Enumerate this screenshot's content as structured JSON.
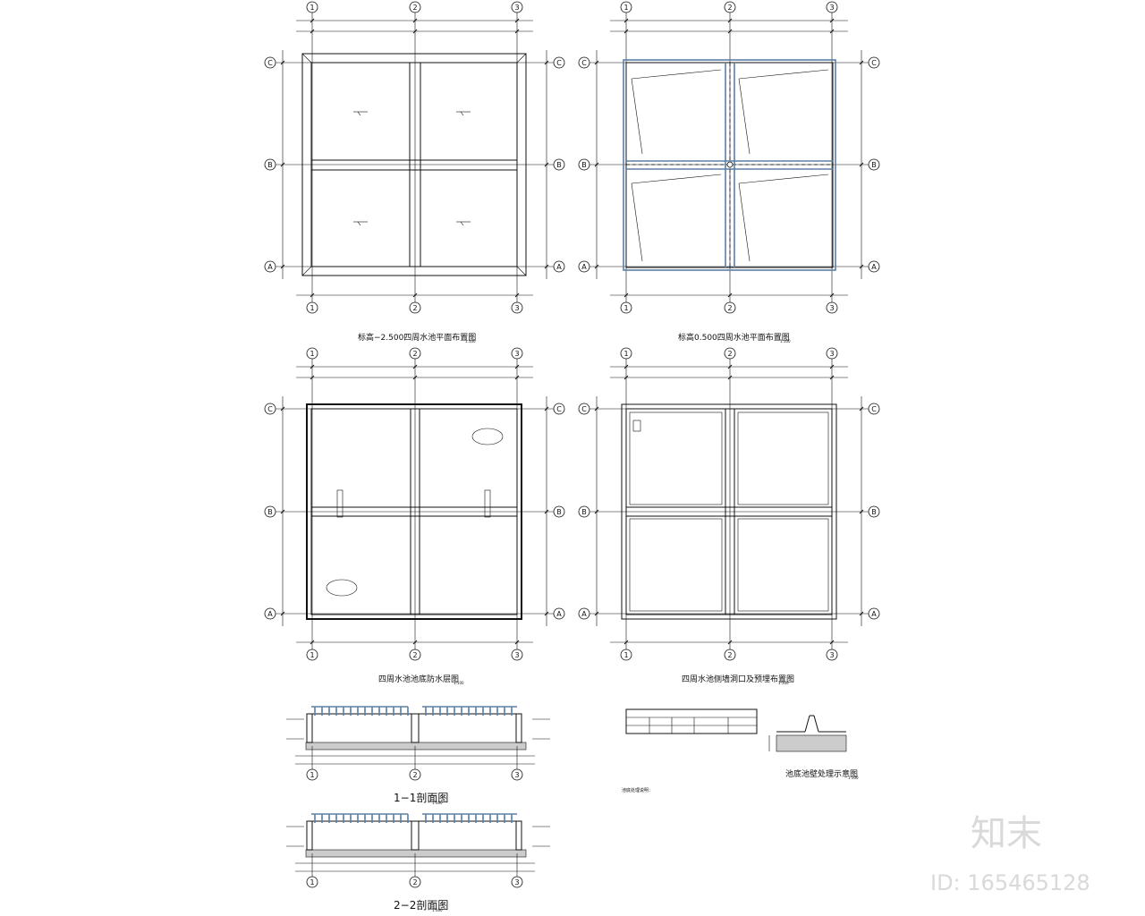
{
  "plans": {
    "plan1": {
      "title": "标高−2.500四周水池平面布置图",
      "scale": "1:100"
    },
    "plan2": {
      "title": "标高0.500四周水池平面布置图",
      "scale": "1:100"
    },
    "plan3": {
      "title": "四周水池池底防水层图",
      "scale": "1:100"
    },
    "plan4": {
      "title": "四周水池侧墙洞口及预埋布置图",
      "scale": "1:100"
    }
  },
  "sections": {
    "s1": {
      "title": "1−1剖面图",
      "scale": "1:100"
    },
    "s2": {
      "title": "2−2剖面图",
      "scale": "1:100"
    }
  },
  "detail": {
    "title": "池底池壁处理示意图",
    "scale": "1:100"
  },
  "table": {
    "headers": [
      "",
      "",
      "",
      "",
      ""
    ],
    "row": [
      "",
      "",
      "",
      "",
      ""
    ]
  },
  "notes": {
    "heading": "池底处理说明：",
    "line1": "",
    "line2": ""
  },
  "axis_labels": {
    "vertical": [
      "1",
      "2",
      "3"
    ],
    "horizontal": [
      "A",
      "B",
      "C"
    ]
  },
  "watermark": {
    "brand": "知末",
    "id": "ID: 165465128"
  }
}
